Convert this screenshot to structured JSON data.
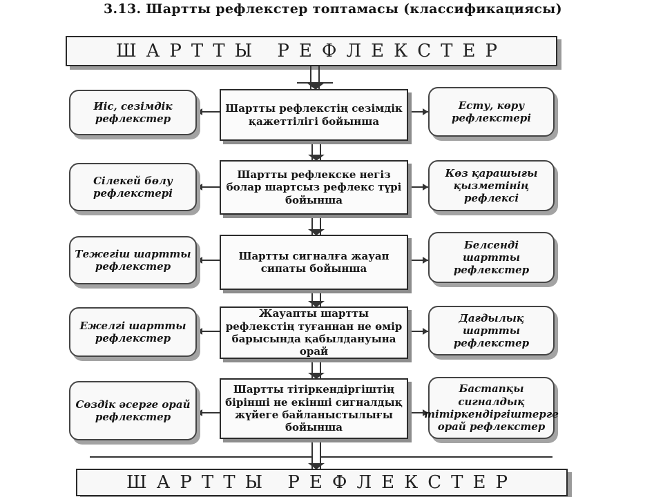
{
  "title": "3.13. Шартты рефлекстер топтамасы (классификациясы)",
  "banner_top": "ШАРТТЫ РЕФЛЕКСТЕР",
  "banner_bottom": "ШАРТТЫ РЕФЛЕКСТЕР",
  "rows": [
    {
      "left": "Иіс, сезімдік рефлекстер",
      "center": "Шартты рефлекстің сезімдік қажеттілігі бойынша",
      "right": "Есту, көру рефлекстері"
    },
    {
      "left": "Сілекей бөлу рефлекстері",
      "center": "Шартты рефлекске негіз болар шартсыз рефлекс түрі бойынша",
      "right": "Көз қарашығы қызметінің рефлексі"
    },
    {
      "left": "Тежегіш шартты рефлекстер",
      "center": "Шартты сигналға жауап сипаты бойынша",
      "right": "Белсенді шартты рефлекстер"
    },
    {
      "left": "Ежелгі шартты рефлекстер",
      "center": "Жауапты шартты рефлекстің туғаннан не өмір барысында қабылдануына орай",
      "right": "Дағдылық шартты рефлекстер"
    },
    {
      "left": "Сөздік әсерге орай рефлекстер",
      "center": "Шартты тітіркендіргіштің бірінші не екінші сигналдық жүйеге байланыстылығы бойынша",
      "right": "Бастапқы сигналдық тітіркендіргіштерге орай рефлекстер"
    }
  ]
}
